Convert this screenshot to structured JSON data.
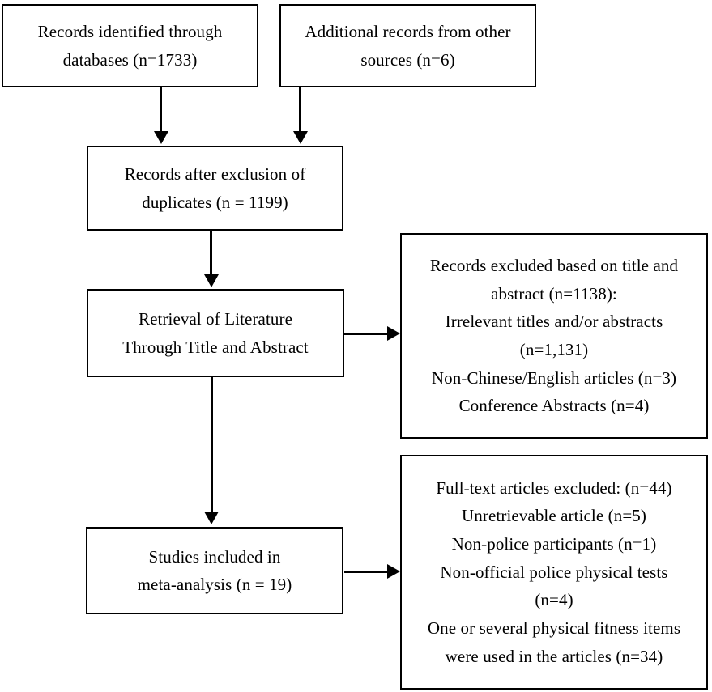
{
  "diagram": {
    "type": "prisma-flow-diagram",
    "title": "PRISMA study selection flow diagram",
    "stroke_color": "#000000",
    "background_color": "#ffffff",
    "boxes": [
      {
        "id": "records-identified-databases",
        "lines": [
          "Records identified through",
          "databases (n=1733)"
        ]
      },
      {
        "id": "additional-records-other-sources",
        "lines": [
          "Additional records from other",
          "sources (n=6)"
        ]
      },
      {
        "id": "records-after-duplicates",
        "lines": [
          "Records after exclusion of",
          "duplicates (n = 1199)"
        ]
      },
      {
        "id": "retrieval-title-abstract",
        "lines": [
          "Retrieval of Literature",
          "Through Title and Abstract"
        ]
      },
      {
        "id": "records-excluded-title-abstract",
        "lines": [
          "Records excluded based on title and",
          "abstract (n=1138):",
          "Irrelevant titles and/or abstracts",
          "(n=1,131)",
          "Non-Chinese/English articles (n=3)",
          "Conference Abstracts (n=4)"
        ]
      },
      {
        "id": "full-text-articles-excluded",
        "lines": [
          "Full-text articles excluded: (n=44)",
          "Unretrievable article (n=5)",
          "Non-police participants (n=1)",
          "Non-official police physical tests",
          "(n=4)",
          "One or several physical fitness items",
          "were used in the articles (n=34)"
        ]
      },
      {
        "id": "studies-included-meta-analysis",
        "lines": [
          "Studies included in",
          "meta-analysis (n = 19)"
        ]
      }
    ],
    "connectors": [
      {
        "id": "arrow-databases-to-duplicates",
        "direction": "down"
      },
      {
        "id": "arrow-other-sources-to-duplicates",
        "direction": "down"
      },
      {
        "id": "arrow-duplicates-to-retrieval",
        "direction": "down"
      },
      {
        "id": "arrow-retrieval-to-excluded",
        "direction": "right"
      },
      {
        "id": "arrow-retrieval-to-included",
        "direction": "down"
      },
      {
        "id": "arrow-included-to-fulltext-excluded",
        "direction": "right"
      }
    ],
    "counts": {
      "records_identified_databases": 1733,
      "additional_records_other_sources": 6,
      "records_after_duplicates": 1199,
      "records_excluded_title_abstract": 1138,
      "irrelevant_titles_abstracts": 1131,
      "non_chinese_english_articles": 3,
      "conference_abstracts": 4,
      "full_text_articles_excluded": 44,
      "unretrievable_article": 5,
      "non_police_participants": 1,
      "non_official_police_physical_tests": 4,
      "one_or_several_physical_fitness_items": 34,
      "studies_included_meta_analysis": 19
    }
  }
}
